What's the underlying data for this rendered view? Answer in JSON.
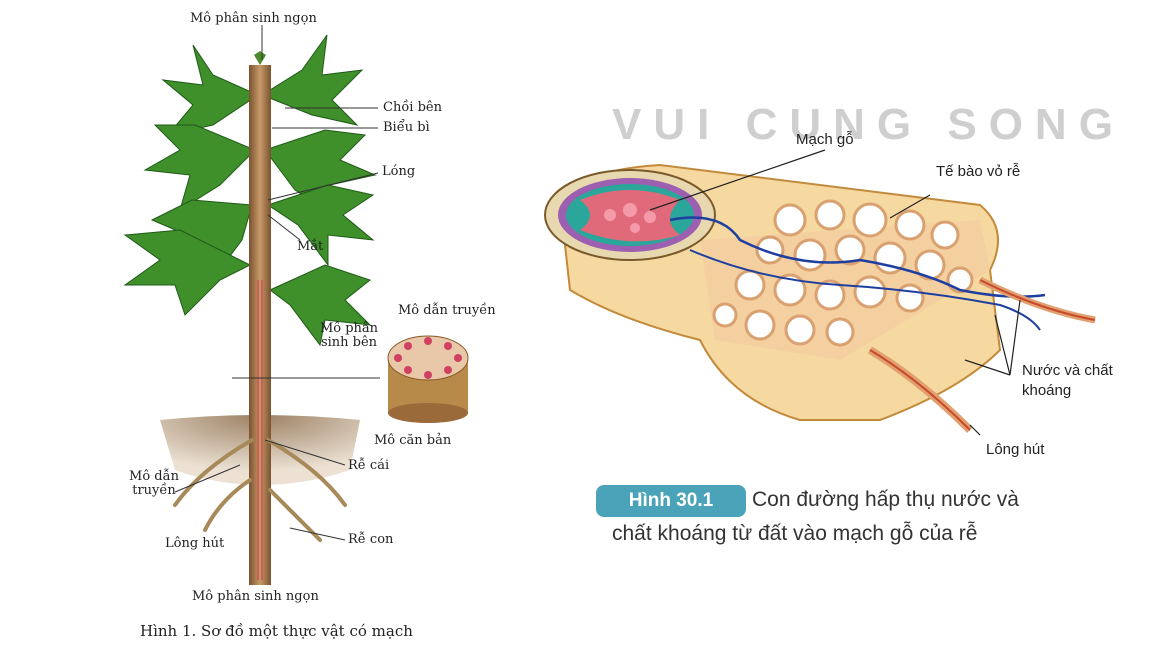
{
  "left_figure": {
    "labels": {
      "apical_top": "Mô phân sinh ngọn",
      "lateral_branch": "Chồi bên",
      "epidermis": "Biểu bì",
      "internode": "Lóng",
      "node": "Mắt",
      "vascular_tissue": "Mô dẫn truyền",
      "lateral_meristem": "Mô phân sinh bên",
      "ground_tissue": "Mô căn bản",
      "taproot": "Rễ cái",
      "root_vascular": "Mô dẫn truyền",
      "root_hairs": "Lông hút",
      "lateral_root": "Rễ con",
      "apical_bottom": "Mô phân sinh ngọn"
    },
    "caption": "Hình 1.  Sơ đồ một thực vật có mạch"
  },
  "right_figure": {
    "watermark": "VUI CUNG SONG",
    "labels": {
      "xylem": "Mạch gỗ",
      "cortex_cells": "Tế bào vỏ rễ",
      "water_minerals": "Nước và chất khoáng",
      "root_hair": "Lông hút"
    },
    "caption_badge": "Hình 30.1",
    "caption_line1": "Con đường hấp thụ nước và",
    "caption_line2": "chất khoáng từ đất vào mạch gỗ của rễ"
  },
  "colors": {
    "leaf": "#3f8f2a",
    "stem": "#9a6b3c",
    "badge": "#4aa3b8",
    "xylem_path": "#1f3fa0",
    "hair": "#c84a2a"
  }
}
